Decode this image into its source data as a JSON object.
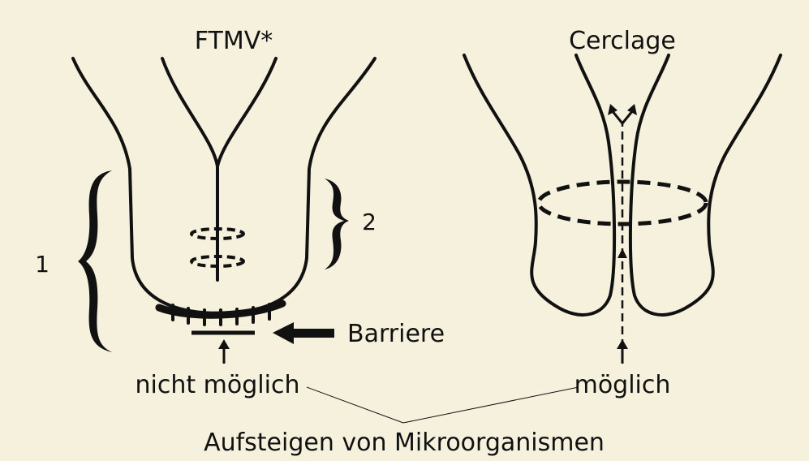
{
  "panels": {
    "left": {
      "title": "FTMV*",
      "label_1": "1",
      "label_2": "2",
      "barrier": "Barriere",
      "result": "nicht möglich"
    },
    "right": {
      "title": "Cerclage",
      "result": "möglich"
    }
  },
  "caption": "Aufsteigen von Mikroorganismen",
  "colors": {
    "background": "#f5f1dd",
    "ink": "#111111"
  }
}
